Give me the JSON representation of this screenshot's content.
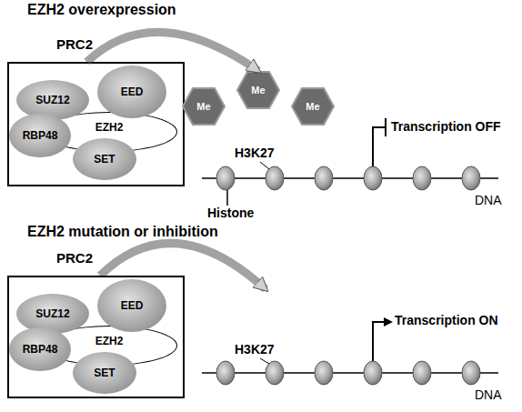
{
  "diagram": {
    "nodes": [
      {
        "text": [
          "PRC2"
        ]
      },
      {
        "text": [
          "SUZ12"
        ],
        "in": 0
      },
      {
        "text": [
          "EED"
        ],
        "in": 0
      },
      {
        "text": [
          "RBP48"
        ],
        "in": 0
      },
      {
        "text": [
          "EZH2"
        ],
        "in": 0
      },
      {
        "text": [
          "SET"
        ],
        "in": 0
      },
      {
        "text": [
          "Me"
        ]
      },
      {
        "text": [
          "Me"
        ]
      },
      {
        "text": [
          "Me"
        ]
      },
      {
        "text": [
          "PRC2"
        ]
      },
      {
        "text": [
          "SUZ12"
        ],
        "in": 9
      },
      {
        "text": [
          "EED"
        ],
        "in": 9
      },
      {
        "text": [
          "RBP48"
        ],
        "in": 9
      },
      {
        "text": [
          "EZH2"
        ],
        "in": 9
      },
      {
        "text": [
          "SET"
        ],
        "in": 9
      }
    ],
    "edges": [
      {
        "from": 0,
        "to": 7,
        "arrow": "to"
      }
    ],
    "labels": [
      "EZH2 overexpression",
      "H3K27",
      "Transcription OFF",
      "DNA",
      "Histone",
      "EZH2 mutation or inhibition",
      "H3K27",
      "Transcription ON",
      "DNA"
    ]
  }
}
